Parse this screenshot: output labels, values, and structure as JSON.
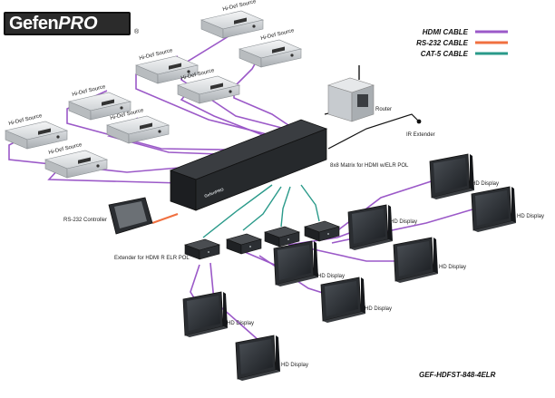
{
  "logo": {
    "brand": "Gefen",
    "brand_suffix": "PRO",
    "registered": "®"
  },
  "legend": [
    {
      "label": "HDMI CABLE",
      "color": "#9b59c8"
    },
    {
      "label": "RS-232 CABLE",
      "color": "#f07040"
    },
    {
      "label": "CAT-5 CABLE",
      "color": "#2a9a8a"
    }
  ],
  "sources": [
    "Hi-Def Source",
    "Hi-Def Source",
    "Hi-Def Source",
    "Hi-Def Source",
    "Hi-Def Source",
    "Hi-Def Source",
    "Hi-Def Source",
    "Hi-Def Source"
  ],
  "router_label": "Router",
  "ir_label": "IR Extender",
  "matrix_label": "8x8 Matrix for HDMI w/ELR POL",
  "matrix_badge": "GefenPRO",
  "rs232_label": "RS-232 Controller",
  "extender_label": "Extender for HDMI R ELR POL",
  "displays": [
    "HD Display",
    "HD Display",
    "HD Display",
    "HD Display",
    "HD Display",
    "HD Display",
    "HD Display",
    "HD Display"
  ],
  "model": "GEF-HDFST-848-4ELR"
}
